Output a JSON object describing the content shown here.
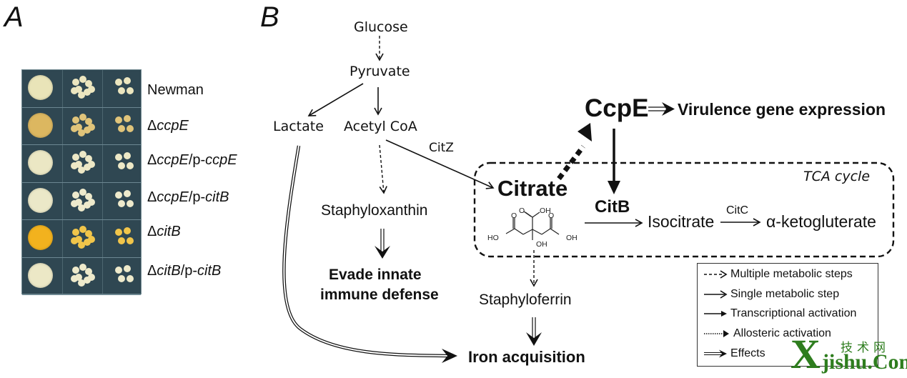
{
  "panels": {
    "a": {
      "label": "A"
    },
    "b": {
      "label": "B"
    }
  },
  "panel_a": {
    "strains": [
      {
        "prefix": "",
        "name": "Newman",
        "italic": false,
        "suffix_prefix": "",
        "suffix": "",
        "spot_color": "#e9e4b8",
        "colony_color": "#ece6bf"
      },
      {
        "prefix": "Δ",
        "name": "ccpE",
        "italic": true,
        "suffix_prefix": "",
        "suffix": "",
        "spot_color": "#dcb760",
        "colony_color": "#e0c47a"
      },
      {
        "prefix": "Δ",
        "name": "ccpE",
        "italic": true,
        "suffix_prefix": "/p-",
        "suffix": "ccpE",
        "spot_color": "#ebe7c4",
        "colony_color": "#ede8c6"
      },
      {
        "prefix": "Δ",
        "name": "ccpE",
        "italic": true,
        "suffix_prefix": "/p-",
        "suffix": "citB",
        "spot_color": "#ebe8c8",
        "colony_color": "#eeeacc"
      },
      {
        "prefix": "Δ",
        "name": "citB",
        "italic": true,
        "suffix_prefix": "",
        "suffix": "",
        "spot_color": "#f2b21e",
        "colony_color": "#f1c54a"
      },
      {
        "prefix": "Δ",
        "name": "citB",
        "italic": true,
        "suffix_prefix": "/p-",
        "suffix": "citB",
        "spot_color": "#ece8c6",
        "colony_color": "#eeeacb"
      }
    ]
  },
  "panel_b": {
    "nodes": {
      "glucose": "Glucose",
      "pyruvate": "Pyruvate",
      "lactate": "Lactate",
      "acetyl_coa": "Acetyl CoA",
      "citz": "CitZ",
      "staphyloxanthin": "Staphyloxanthin",
      "evade_line1": "Evade innate",
      "evade_line2": "immune defense",
      "citrate": "Citrate",
      "ccpe": "CcpE",
      "virulence": "Virulence gene expression",
      "tca_cycle": "TCA cycle",
      "citb": "CitB",
      "isocitrate": "Isocitrate",
      "citc": "CitC",
      "ketoglutarate": "α-ketogluterate",
      "staphyloferrin": "Staphyloferrin",
      "iron": "Iron acquisition"
    },
    "citrate_structure": {
      "atoms": [
        "O",
        "OH",
        "O",
        "O",
        "HO",
        "OH",
        "OH"
      ]
    },
    "legend": [
      {
        "style": "dashed-open",
        "label": "Multiple metabolic steps"
      },
      {
        "style": "solid-open",
        "label": "Single metabolic step"
      },
      {
        "style": "solid-filled",
        "label": "Transcriptional activation"
      },
      {
        "style": "dotted-filled",
        "label": "Allosteric activation"
      },
      {
        "style": "double-open",
        "label": "Effects"
      }
    ]
  },
  "watermark": {
    "letter": "X",
    "chinese": "技术网",
    "domain": "jishu.Com",
    "color": "#2e7d1e"
  }
}
